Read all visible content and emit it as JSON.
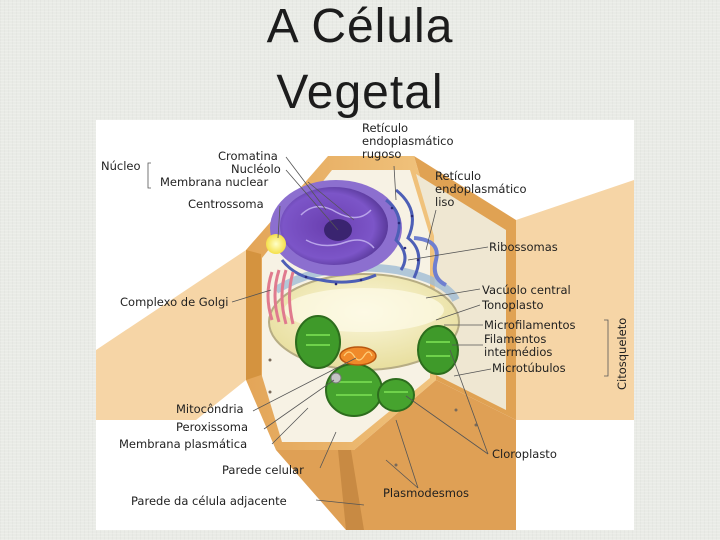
{
  "slide": {
    "title_line_1": "A Célula",
    "title_line_2": "Vegetal"
  },
  "diagram": {
    "labels": {
      "nucleo": "Núcleo",
      "cromatina": "Cromatina",
      "nucleolo": "Nucléolo",
      "membrana_nuclear": "Membrana nuclear",
      "centrossoma": "Centrossoma",
      "complexo_golgi": "Complexo de Golgi",
      "mitocondria": "Mitocôndria",
      "peroxissoma": "Peroxissoma",
      "membrana_plasmatica": "Membrana plasmática",
      "parede_celular": "Parede celular",
      "parede_adjacente": "Parede da célula adjacente",
      "reticulo_rugoso_1": "Retículo",
      "reticulo_rugoso_2": "endoplasmático",
      "reticulo_rugoso_3": "rugoso",
      "reticulo_liso_1": "Retículo",
      "reticulo_liso_2": "endoplasmático",
      "reticulo_liso_3": "liso",
      "ribossomas": "Ribossomas",
      "vacuolo": "Vacúolo central",
      "tonoplasto": "Tonoplasto",
      "microfilamentos": "Microfilamentos",
      "filamentos_1": "Filamentos",
      "filamentos_2": "intermédios",
      "microtubulos": "Microtúbulos",
      "citosqueleto": "Citosqueleto",
      "cloroplasto": "Cloroplasto",
      "plasmodesmos": "Plasmodesmos"
    }
  }
}
